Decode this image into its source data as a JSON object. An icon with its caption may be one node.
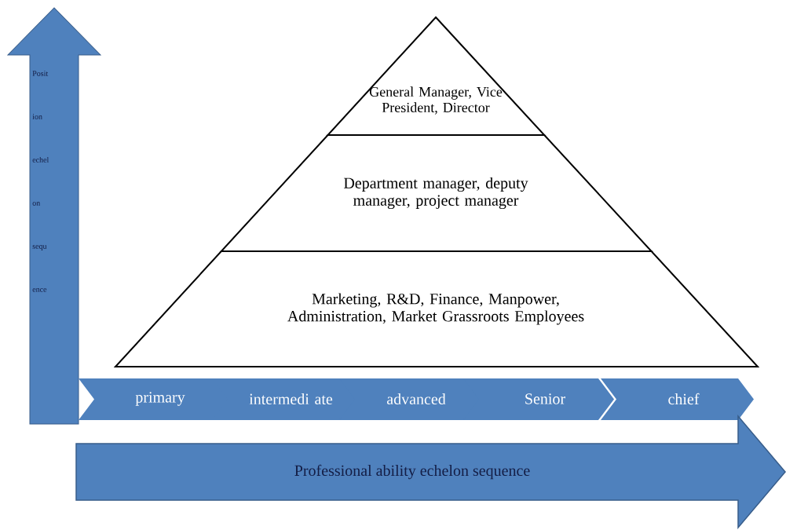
{
  "diagram": {
    "nodes": [
      {
        "text": [
          "Posit ion echel on sequ ence"
        ]
      },
      {
        "text": [
          "General Manager, Vice President, Director"
        ]
      },
      {
        "text": [
          "Department manager, deputy manager, project manager"
        ]
      },
      {
        "text": [
          "Marketing, R&D, Finance, Manpower, Administration, Market Grassroots Employees"
        ]
      },
      {
        "text": [
          "primary"
        ]
      },
      {
        "text": [
          "intermedi ate"
        ]
      },
      {
        "text": [
          "advanced"
        ]
      },
      {
        "text": [
          "Senior"
        ]
      },
      {
        "text": [
          "chief"
        ]
      },
      {
        "text": [
          "Professional ability echelon sequence"
        ]
      }
    ]
  }
}
